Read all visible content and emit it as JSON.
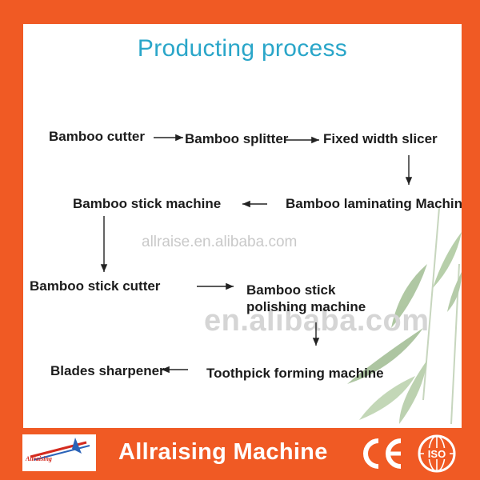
{
  "title": "Producting process",
  "steps": {
    "bamboo_cutter": "Bamboo cutter",
    "bamboo_splitter": "Bamboo splitter",
    "fixed_width_slicer": "Fixed width slicer",
    "bamboo_laminating_machine": "Bamboo laminating Machine",
    "bamboo_stick_machine": "Bamboo stick machine",
    "bamboo_stick_cutter": "Bamboo stick cutter",
    "bamboo_stick_polishing_machine": "Bamboo stick polishing machine",
    "toothpick_forming_machine": "Toothpick forming machine",
    "blades_sharpener": "Blades sharpener"
  },
  "watermarks": {
    "site": "allraise.en.alibaba.com",
    "alibaba": "en.alibaba.com"
  },
  "footer": {
    "brand": "Allraising Machine",
    "logo_text": "Allraising",
    "ce_mark": "CE",
    "iso_mark": "ISO"
  },
  "colors": {
    "border": "#f05a24",
    "title": "#2aa6c9",
    "footer_text": "#ffffff"
  }
}
